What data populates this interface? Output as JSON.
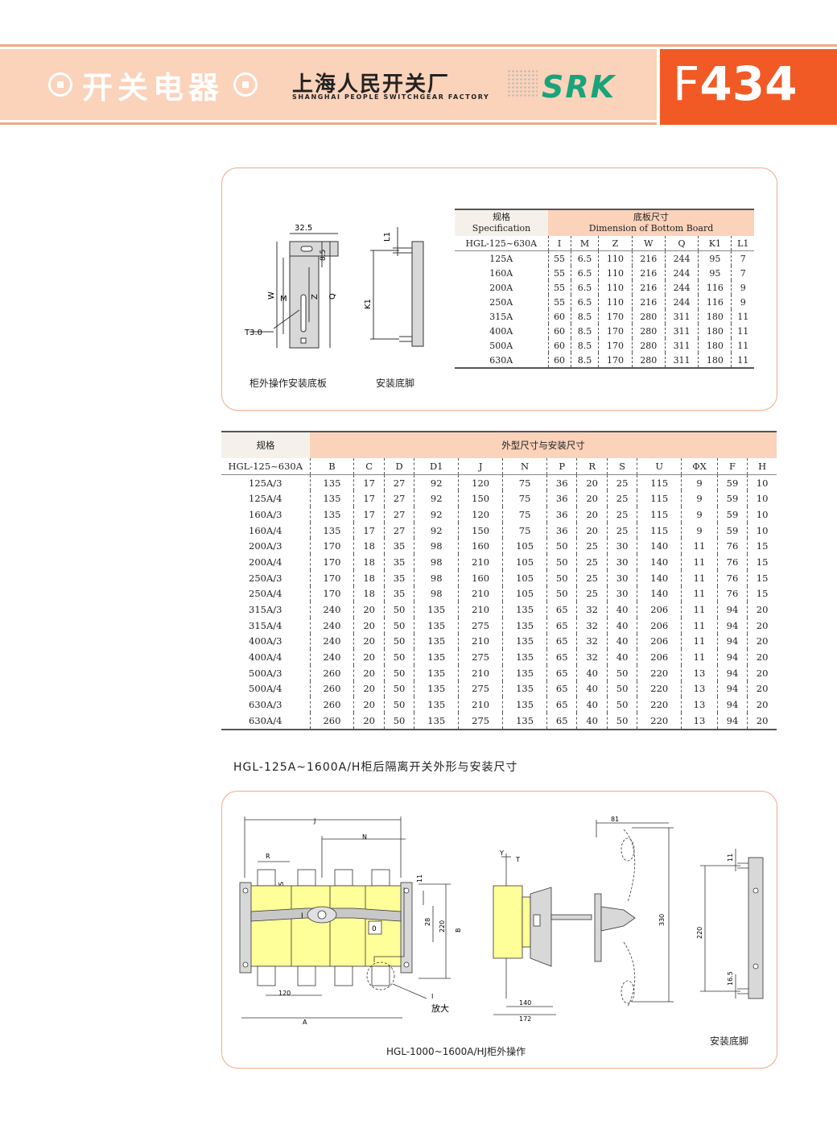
{
  "header": {
    "category": "开关电器",
    "company_cn": "上海人民开关厂",
    "company_en": "SHANGHAI PEOPLE SWITCHGEAR FACTORY",
    "brand": "SRK",
    "page_letter": "F",
    "page_number": "434"
  },
  "top_box": {
    "caption_plate": "柜外操作安装底板",
    "caption_foot": "安装底脚",
    "drawing_labels": {
      "d325": "32.5",
      "d85": "8.5",
      "W": "W",
      "M": "M",
      "Z": "Z",
      "Q": "Q",
      "T30": "T3.0",
      "L1": "L1",
      "K1": "K1"
    },
    "table": {
      "spec_cn": "规格",
      "spec_en": "Specification",
      "dim_cn": "底板尺寸",
      "dim_en": "Dimension of Bottom Board",
      "model": "HGL-125~630A",
      "columns": [
        "I",
        "M",
        "Z",
        "W",
        "Q",
        "K1",
        "L1"
      ],
      "rows": [
        [
          "125A",
          "55",
          "6.5",
          "110",
          "216",
          "244",
          "95",
          "7"
        ],
        [
          "160A",
          "55",
          "6.5",
          "110",
          "216",
          "244",
          "95",
          "7"
        ],
        [
          "200A",
          "55",
          "6.5",
          "110",
          "216",
          "244",
          "116",
          "9"
        ],
        [
          "250A",
          "55",
          "6.5",
          "110",
          "216",
          "244",
          "116",
          "9"
        ],
        [
          "315A",
          "60",
          "8.5",
          "170",
          "280",
          "311",
          "180",
          "11"
        ],
        [
          "400A",
          "60",
          "8.5",
          "170",
          "280",
          "311",
          "180",
          "11"
        ],
        [
          "500A",
          "60",
          "8.5",
          "170",
          "280",
          "311",
          "180",
          "11"
        ],
        [
          "630A",
          "60",
          "8.5",
          "170",
          "280",
          "311",
          "180",
          "11"
        ]
      ]
    }
  },
  "mid_table": {
    "spec_cn": "规格",
    "dim_cn": "外型尺寸与安装尺寸",
    "model": "HGL-125~630A",
    "columns": [
      "B",
      "C",
      "D",
      "D1",
      "J",
      "N",
      "P",
      "R",
      "S",
      "U",
      "ΦX",
      "F",
      "H"
    ],
    "rows": [
      [
        "125A/3",
        "135",
        "17",
        "27",
        "92",
        "120",
        "75",
        "36",
        "20",
        "25",
        "115",
        "9",
        "59",
        "10"
      ],
      [
        "125A/4",
        "135",
        "17",
        "27",
        "92",
        "150",
        "75",
        "36",
        "20",
        "25",
        "115",
        "9",
        "59",
        "10"
      ],
      [
        "160A/3",
        "135",
        "17",
        "27",
        "92",
        "120",
        "75",
        "36",
        "20",
        "25",
        "115",
        "9",
        "59",
        "10"
      ],
      [
        "160A/4",
        "135",
        "17",
        "27",
        "92",
        "150",
        "75",
        "36",
        "20",
        "25",
        "115",
        "9",
        "59",
        "10"
      ],
      [
        "200A/3",
        "170",
        "18",
        "35",
        "98",
        "160",
        "105",
        "50",
        "25",
        "30",
        "140",
        "11",
        "76",
        "15"
      ],
      [
        "200A/4",
        "170",
        "18",
        "35",
        "98",
        "210",
        "105",
        "50",
        "25",
        "30",
        "140",
        "11",
        "76",
        "15"
      ],
      [
        "250A/3",
        "170",
        "18",
        "35",
        "98",
        "160",
        "105",
        "50",
        "25",
        "30",
        "140",
        "11",
        "76",
        "15"
      ],
      [
        "250A/4",
        "170",
        "18",
        "35",
        "98",
        "210",
        "105",
        "50",
        "25",
        "30",
        "140",
        "11",
        "76",
        "15"
      ],
      [
        "315A/3",
        "240",
        "20",
        "50",
        "135",
        "210",
        "135",
        "65",
        "32",
        "40",
        "206",
        "11",
        "94",
        "20"
      ],
      [
        "315A/4",
        "240",
        "20",
        "50",
        "135",
        "275",
        "135",
        "65",
        "32",
        "40",
        "206",
        "11",
        "94",
        "20"
      ],
      [
        "400A/3",
        "240",
        "20",
        "50",
        "135",
        "210",
        "135",
        "65",
        "32",
        "40",
        "206",
        "11",
        "94",
        "20"
      ],
      [
        "400A/4",
        "240",
        "20",
        "50",
        "135",
        "275",
        "135",
        "65",
        "32",
        "40",
        "206",
        "11",
        "94",
        "20"
      ],
      [
        "500A/3",
        "260",
        "20",
        "50",
        "135",
        "210",
        "135",
        "65",
        "40",
        "50",
        "220",
        "13",
        "94",
        "20"
      ],
      [
        "500A/4",
        "260",
        "20",
        "50",
        "135",
        "275",
        "135",
        "65",
        "40",
        "50",
        "220",
        "13",
        "94",
        "20"
      ],
      [
        "630A/3",
        "260",
        "20",
        "50",
        "135",
        "210",
        "135",
        "65",
        "40",
        "50",
        "220",
        "13",
        "94",
        "20"
      ],
      [
        "630A/4",
        "260",
        "20",
        "50",
        "135",
        "275",
        "135",
        "65",
        "40",
        "50",
        "220",
        "13",
        "94",
        "20"
      ]
    ]
  },
  "section_title": "HGL-125A~1600A/H柜后隔离开关外形与安装尺寸",
  "bottom_box": {
    "caption_main": "HGL-1000~1600A/HJ柜外操作",
    "caption_zoom": "放大",
    "caption_foot": "安装底脚",
    "labels": {
      "J": "J",
      "N": "N",
      "R": "R",
      "S": "S",
      "d11": "11",
      "d28": "28",
      "d220": "220",
      "B": "B",
      "d120": "120",
      "I": "I",
      "A": "A",
      "Y": "Y",
      "T": "T",
      "d140": "140",
      "d172": "172",
      "d81": "81",
      "d330": "330",
      "f11": "11",
      "f220": "220",
      "f165": "16.5",
      "knob": "0"
    }
  }
}
